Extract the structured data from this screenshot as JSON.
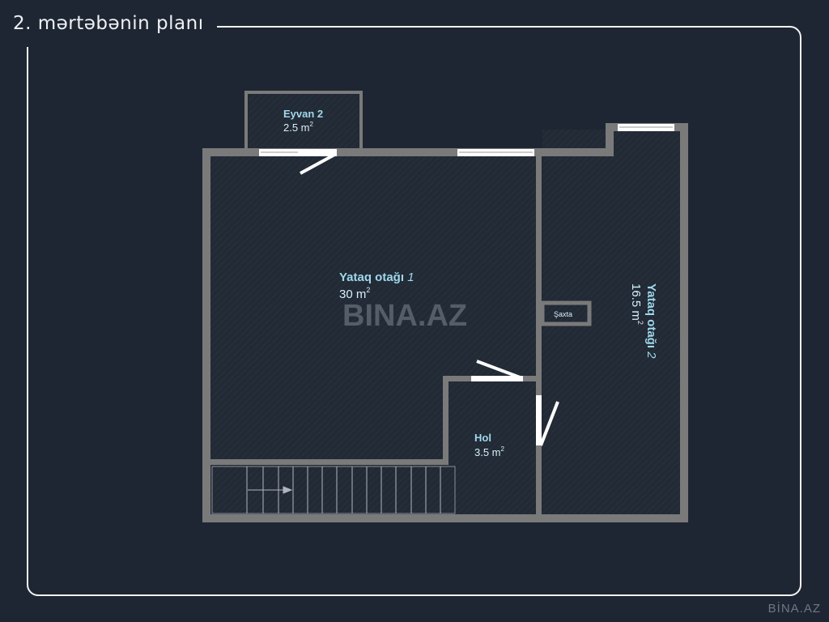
{
  "title": "2. mərtəbənin planı",
  "watermark": "BİNA.AZ",
  "center_watermark": "BINA.AZ",
  "colors": {
    "background": "#1f2633",
    "wall": "#7a7a7a",
    "room_label": "#9fd8ea",
    "area_label": "#d6f0f8"
  },
  "rooms": {
    "eyvan": {
      "name": "Eyvan 2",
      "area": "2.5 m",
      "sup": "2"
    },
    "yataq1": {
      "name": "Yataq otağı",
      "num": "1",
      "area": "30 m",
      "sup": "2"
    },
    "yataq2": {
      "name": "Yataq otağı",
      "num": "2",
      "area": "16.5 m",
      "sup": "2"
    },
    "hol": {
      "name": "Hol",
      "area": "3.5 m",
      "sup": "2"
    },
    "shaft": {
      "name": "Şaxta"
    }
  }
}
